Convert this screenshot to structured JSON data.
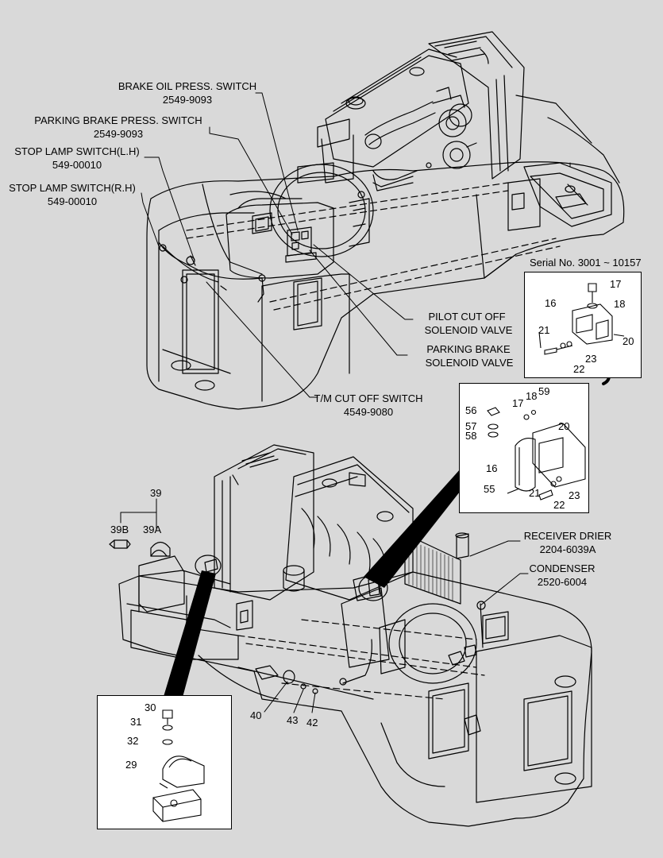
{
  "callouts": {
    "brake_oil": {
      "name": "BRAKE OIL PRESS. SWITCH",
      "part": "2549-9093"
    },
    "parking_brake_press": {
      "name": "PARKING BRAKE PRESS. SWITCH",
      "part": "2549-9093"
    },
    "stop_lamp_lh": {
      "name": "STOP LAMP SWITCH(L.H)",
      "part": "549-00010"
    },
    "stop_lamp_rh": {
      "name": "STOP LAMP SWITCH(R.H)",
      "part": "549-00010"
    },
    "pilot_cut_off": {
      "line1": "PILOT CUT OFF",
      "line2": "SOLENOID VALVE"
    },
    "parking_brake_sol": {
      "line1": "PARKING BRAKE",
      "line2": "SOLENOID VALVE"
    },
    "tm_cut_off": {
      "name": "T/M CUT OFF SWITCH",
      "part": "4549-9080"
    },
    "receiver_drier": {
      "name": "RECEIVER DRIER",
      "part": "2204-6039A"
    },
    "condenser": {
      "name": "CONDENSER",
      "part": "2520-6004"
    }
  },
  "serial_inset": {
    "title": "Serial No. 3001 ~ 10157",
    "numbers": [
      "17",
      "18",
      "16",
      "21",
      "20",
      "23",
      "22"
    ]
  },
  "solenoid_inset": {
    "numbers": [
      "56",
      "17",
      "18",
      "59",
      "20",
      "57",
      "58",
      "16",
      "55",
      "21",
      "22",
      "23"
    ]
  },
  "lamp_group": {
    "numbers": [
      "39",
      "39B",
      "39A"
    ]
  },
  "bottom_parts": {
    "numbers": [
      "40",
      "43",
      "42"
    ]
  },
  "bracket_inset": {
    "numbers": [
      "30",
      "31",
      "32",
      "29"
    ]
  },
  "colors": {
    "background": "#d9d9d9",
    "inset_background": "#ffffff",
    "line": "#000000"
  }
}
